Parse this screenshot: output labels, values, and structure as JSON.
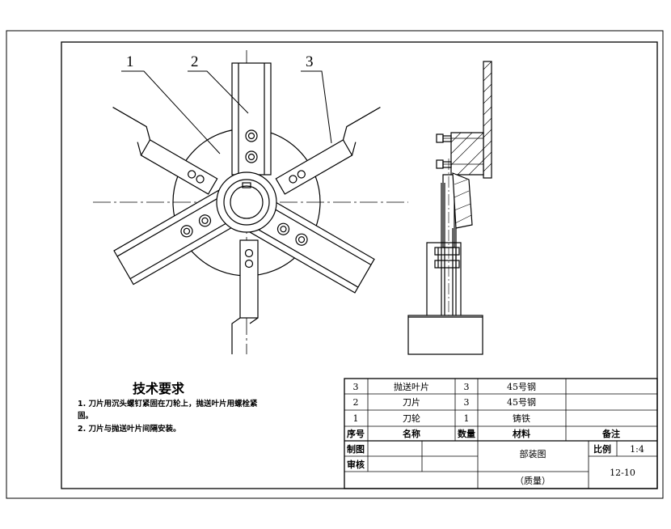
{
  "callouts": [
    "1",
    "2",
    "3"
  ],
  "requirements": {
    "title": "技术要求",
    "lines": [
      "1. 刀片用沉头螺钉紧固在刀轮上，抛送叶片用螺栓紧",
      "固。",
      "2. 刀片与抛送叶片间隔安装。"
    ]
  },
  "parts_table": {
    "headers": {
      "index": "序号",
      "name": "名称",
      "qty": "数量",
      "material": "材料",
      "remark": "备注"
    },
    "rows": [
      {
        "index": "3",
        "name": "抛送叶片",
        "qty": "3",
        "material": "45号钢",
        "remark": ""
      },
      {
        "index": "2",
        "name": "刀片",
        "qty": "3",
        "material": "45号钢",
        "remark": ""
      },
      {
        "index": "1",
        "name": "刀轮",
        "qty": "1",
        "material": "铸铁",
        "remark": ""
      }
    ]
  },
  "title_block": {
    "drawn_label": "制图",
    "checked_label": "审核",
    "drawing_name": "部装图",
    "mass_label": "（质量）",
    "scale_label": "比例",
    "scale_value": "1:4",
    "drawing_number": "12-10"
  }
}
